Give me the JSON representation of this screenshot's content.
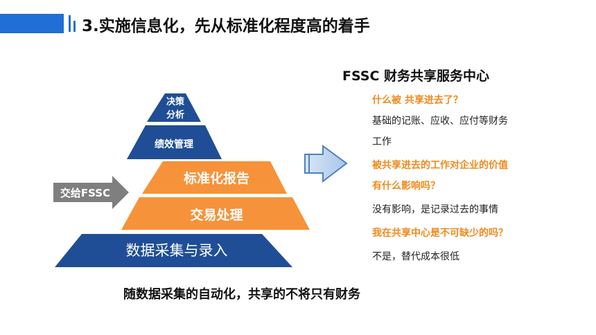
{
  "header": {
    "title": "3.实施信息化，先从标准化程度高的着手"
  },
  "pyramid": {
    "decision": [
      "决策",
      "分析"
    ],
    "performance": "绩效管理",
    "standardized_reporting": "标准化报告",
    "transaction": "交易处理",
    "data_collection": "数据采集与录入",
    "handover": "交给FSSC"
  },
  "right": {
    "title": "FSSC 财务共享服务中心",
    "q1": "什么被 共享进去了？",
    "a1_line1": "基础的记账、应收、应付等财务",
    "a1_line2": "工作",
    "q2_line1": "被共享进去的工作对企业的价值",
    "q2_line2": "有什么影响吗？",
    "a2": "没有影响，是记录过去的事情",
    "q3": "我在共享中心是不可缺少的吗？",
    "a3": "不是，替代成本很低"
  },
  "footer": {
    "text": "随数据采集的自动化，共享的不将只有财务"
  },
  "colors": {
    "accent_blue": "#1f6fd6",
    "navy": "#1f4e96",
    "orange": "#f6923a",
    "gray": "#7f7f7f"
  }
}
